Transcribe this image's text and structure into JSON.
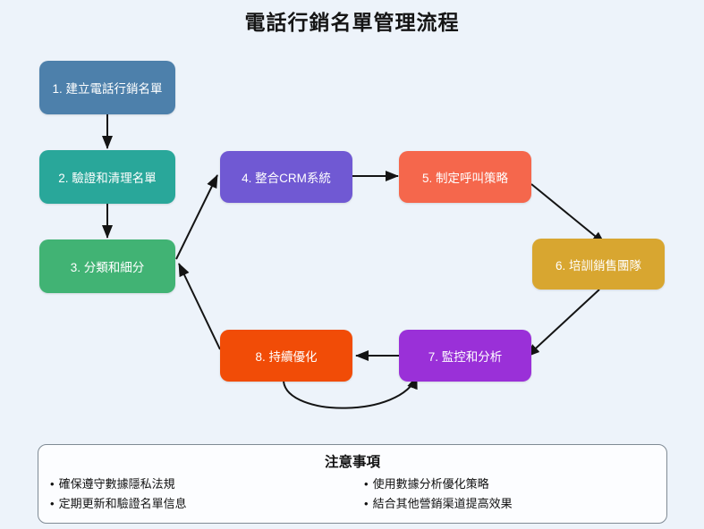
{
  "title": "電話行銷名單管理流程",
  "bullet_char": "•",
  "colors": {
    "background": "#edf3fa",
    "arrow": "#141414",
    "node_text": "#ffffff",
    "notes_border": "#7f8a94"
  },
  "nodes": [
    {
      "id": "create-list",
      "label": "1. 建立電話行銷名單",
      "color": "#4d80ab"
    },
    {
      "id": "verify-clean-list",
      "label": "2. 驗證和清理名單",
      "color": "#29a79a"
    },
    {
      "id": "classify-segment",
      "label": "3. 分類和細分",
      "color": "#41b374"
    },
    {
      "id": "integrate-crm",
      "label": "4. 整合CRM系統",
      "color": "#7059d3"
    },
    {
      "id": "call-strategy",
      "label": "5. 制定呼叫策略",
      "color": "#f5674c"
    },
    {
      "id": "train-sales-team",
      "label": "6. 培訓銷售團隊",
      "color": "#d8a630"
    },
    {
      "id": "monitor-analyze",
      "label": "7. 監控和分析",
      "color": "#9a30d8"
    },
    {
      "id": "continuous-optimize",
      "label": "8. 持續優化",
      "color": "#f14c07"
    }
  ],
  "edges": [
    {
      "from": "create-list",
      "to": "verify-clean-list"
    },
    {
      "from": "verify-clean-list",
      "to": "classify-segment"
    },
    {
      "from": "classify-segment",
      "to": "integrate-crm"
    },
    {
      "from": "integrate-crm",
      "to": "call-strategy"
    },
    {
      "from": "call-strategy",
      "to": "train-sales-team"
    },
    {
      "from": "train-sales-team",
      "to": "monitor-analyze"
    },
    {
      "from": "monitor-analyze",
      "to": "continuous-optimize"
    },
    {
      "from": "continuous-optimize",
      "to": "classify-segment"
    },
    {
      "from": "continuous-optimize",
      "to": "monitor-analyze"
    }
  ],
  "notes": {
    "title": "注意事項",
    "left": [
      "確保遵守數據隱私法規",
      "定期更新和驗證名單信息"
    ],
    "right": [
      "使用數據分析優化策略",
      "結合其他營銷渠道提高效果"
    ]
  }
}
